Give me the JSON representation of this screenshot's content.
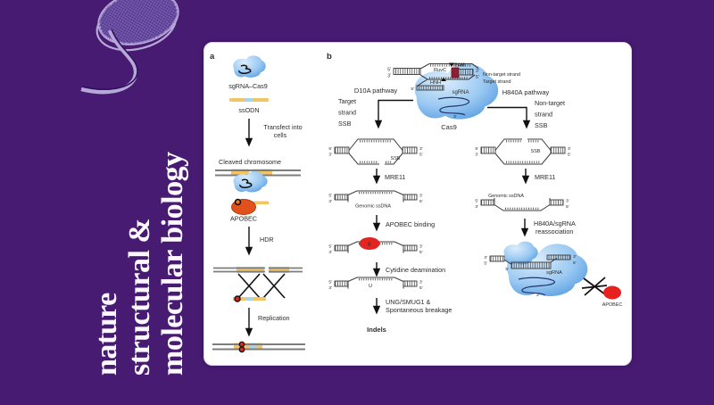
{
  "journal": {
    "line1": "nature",
    "line2": "structural &",
    "line3": "molecular biology"
  },
  "colors": {
    "background_purple": "#481b72",
    "panel_white": "#ffffff",
    "dna_yellow": "#f3c464",
    "dna_lightblue": "#a8d4ea",
    "chromosome_gray": "#7d7d7d",
    "cas9_blue": "#4e97e0",
    "apobec_orange": "#e2511c",
    "apobec_red": "#e8201e",
    "pam_maroon": "#8e1f33",
    "accent_red_text": "#d42222"
  },
  "figure": {
    "panel_a": {
      "label": "a",
      "cas9_label": "sgRNA–Cas9",
      "ssodn": "ssODN",
      "transfect1": "Transfect into",
      "transfect2": "cells",
      "cleaved": "Cleaved chromosome",
      "apobec": "APOBEC",
      "hdr": "HDR",
      "replication": "Replication"
    },
    "panel_b": {
      "label": "b",
      "ruvc": "RuvC",
      "hnh": "HNH",
      "pam": "PAM",
      "non_target_strand": "Non-target strand",
      "target_strand": "Target strand",
      "sgrna": "sgRNA",
      "cas9": "Cas9",
      "p5": "5′",
      "p3": "3′",
      "d10a": {
        "title": "D10A pathway",
        "branch1": "Target",
        "branch2": "strand",
        "branch3": "SSB",
        "ssb": "SSB",
        "mre11": "MRE11",
        "genomic_ssdna": "Genomic ssDNA",
        "apobec_binding": "APOBEC binding",
        "cytidine": "Cytidine deamination",
        "ung1": "UNG/SMUG1 &",
        "ung2": "Spontaneous breakage",
        "indels": "Indels",
        "c": "C",
        "u": "U"
      },
      "h840a": {
        "title": "H840A pathway",
        "branch1": "Non-target",
        "branch2": "strand",
        "branch3": "SSB",
        "ssb": "SSB",
        "mre11": "MRE11",
        "genomic_ssdna": "Genomic ssDNA",
        "reassoc1": "H840A/sgRNA",
        "reassoc2": "reassociation",
        "sgrna": "sgRNA",
        "apobec": "APOBEC"
      }
    }
  }
}
